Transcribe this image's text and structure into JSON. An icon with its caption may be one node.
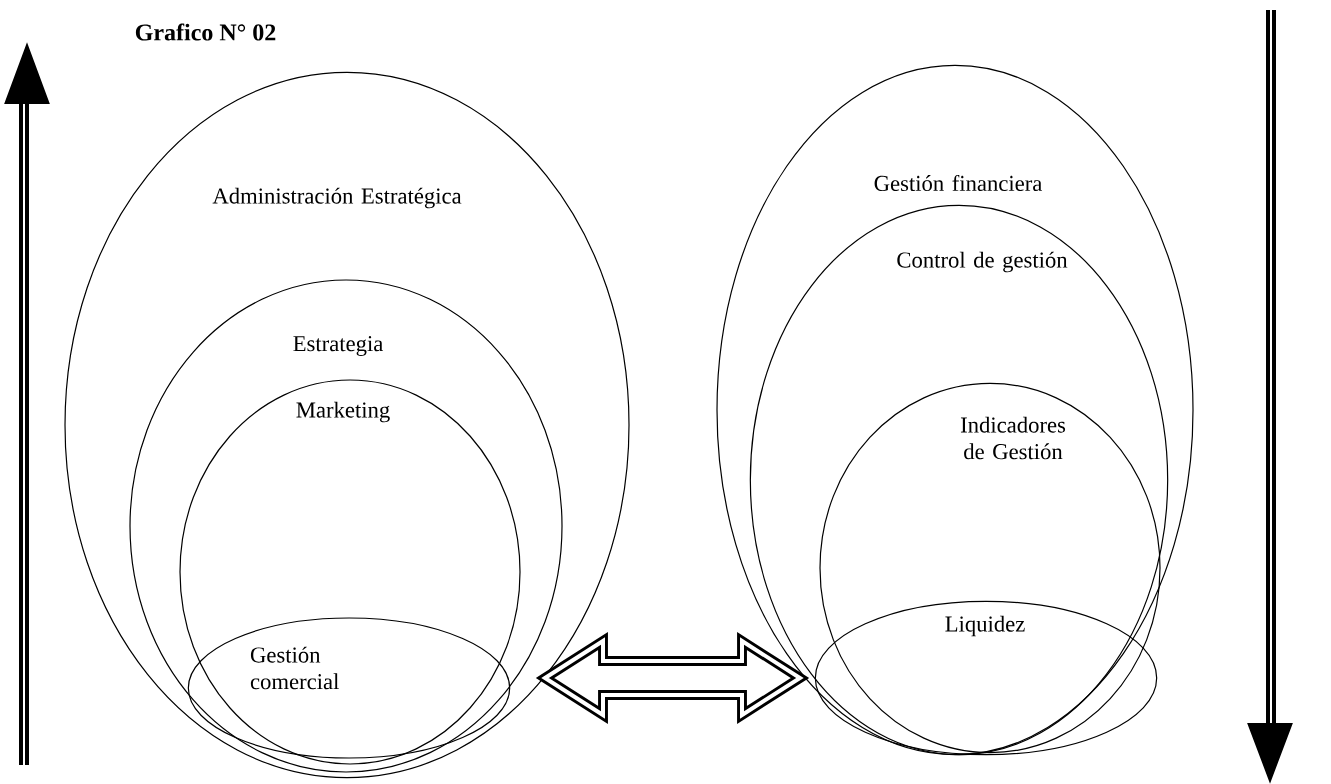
{
  "diagram": {
    "title": "Grafico N° 02",
    "nodes": [
      {
        "text": [
          "Administración Estratégica"
        ]
      },
      {
        "text": [
          "Estrategia"
        ],
        "in": 0
      },
      {
        "text": [
          "Marketing"
        ],
        "in": 1
      },
      {
        "text": [
          "Gestión comercial"
        ],
        "in": 2
      },
      {
        "text": [
          "Gestión financiera"
        ]
      },
      {
        "text": [
          "Control de gestión"
        ],
        "in": 4
      },
      {
        "text": [
          "Indicadores de Gestión"
        ],
        "in": 5
      },
      {
        "text": [
          "Liquidez"
        ],
        "in": 6
      }
    ],
    "edges": [
      {
        "from": 0,
        "to": 4,
        "arrow": "both"
      }
    ]
  }
}
